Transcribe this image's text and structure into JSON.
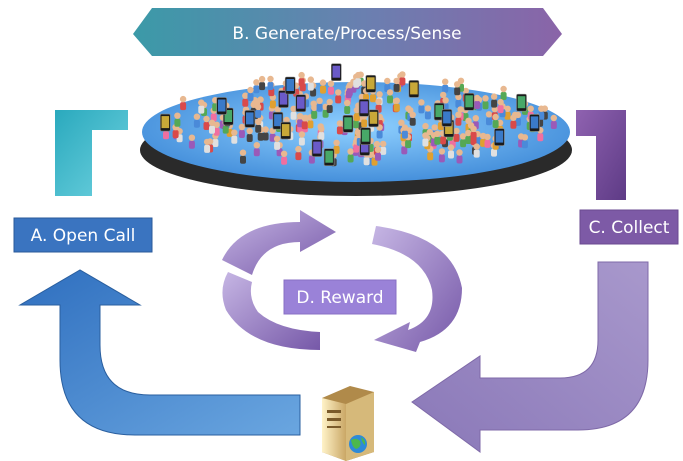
{
  "diagram": {
    "labels": {
      "generate": "B. Generate/Process/Sense",
      "open_call": "A. Open Call",
      "collect": "C. Collect",
      "reward": "D. Reward"
    },
    "colors": {
      "banner": "#4a9aa6",
      "open_call": "#3a74c0",
      "collect": "#7d5aa6",
      "reward": "#9a82d8",
      "platform": "#5aa8e8",
      "arrow_blue": "#3a7fc8",
      "arrow_purple": "#9a88c4",
      "arrow_teal": "#3aaec0",
      "arrow_violet": "#7a4fa0",
      "cycle": "#8a72b8"
    },
    "icons": [
      "crowd-with-phones-icon",
      "server-icon",
      "globe-icon"
    ]
  }
}
